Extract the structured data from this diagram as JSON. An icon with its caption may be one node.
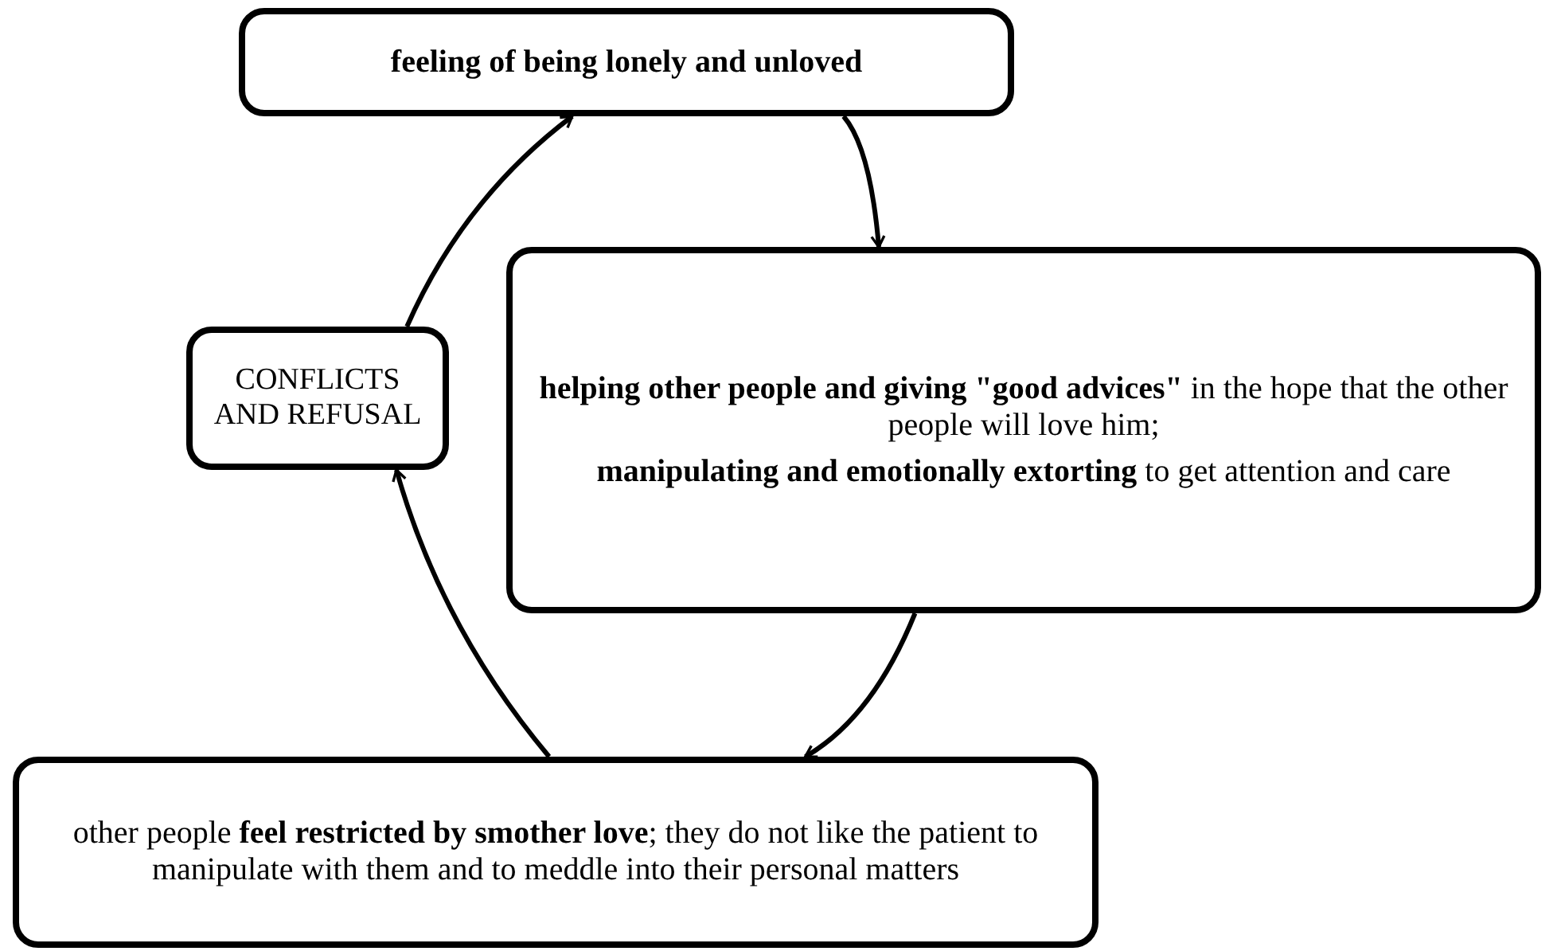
{
  "diagram": {
    "nodes": [
      {
        "text": [
          "feeling of being lonely and unloved"
        ]
      },
      {
        "text": [
          "**helping other people and giving \"good advices\"** in the hope that the other people will love him;",
          "**manipulating and emotionally extorting** to get attention and care"
        ]
      },
      {
        "text": [
          "other people **feel restricted by smother love**; they do not like the patient to manipulate with them and to meddle into their personal matters"
        ]
      },
      {
        "text": [
          "CONFLICTS AND REFUSAL"
        ]
      }
    ],
    "edges": [
      {
        "from": 0,
        "to": 1,
        "arrow": "to"
      },
      {
        "from": 1,
        "to": 2,
        "arrow": "to"
      },
      {
        "from": 2,
        "to": 3,
        "arrow": "to"
      },
      {
        "from": 3,
        "to": 0,
        "arrow": "to"
      }
    ]
  }
}
